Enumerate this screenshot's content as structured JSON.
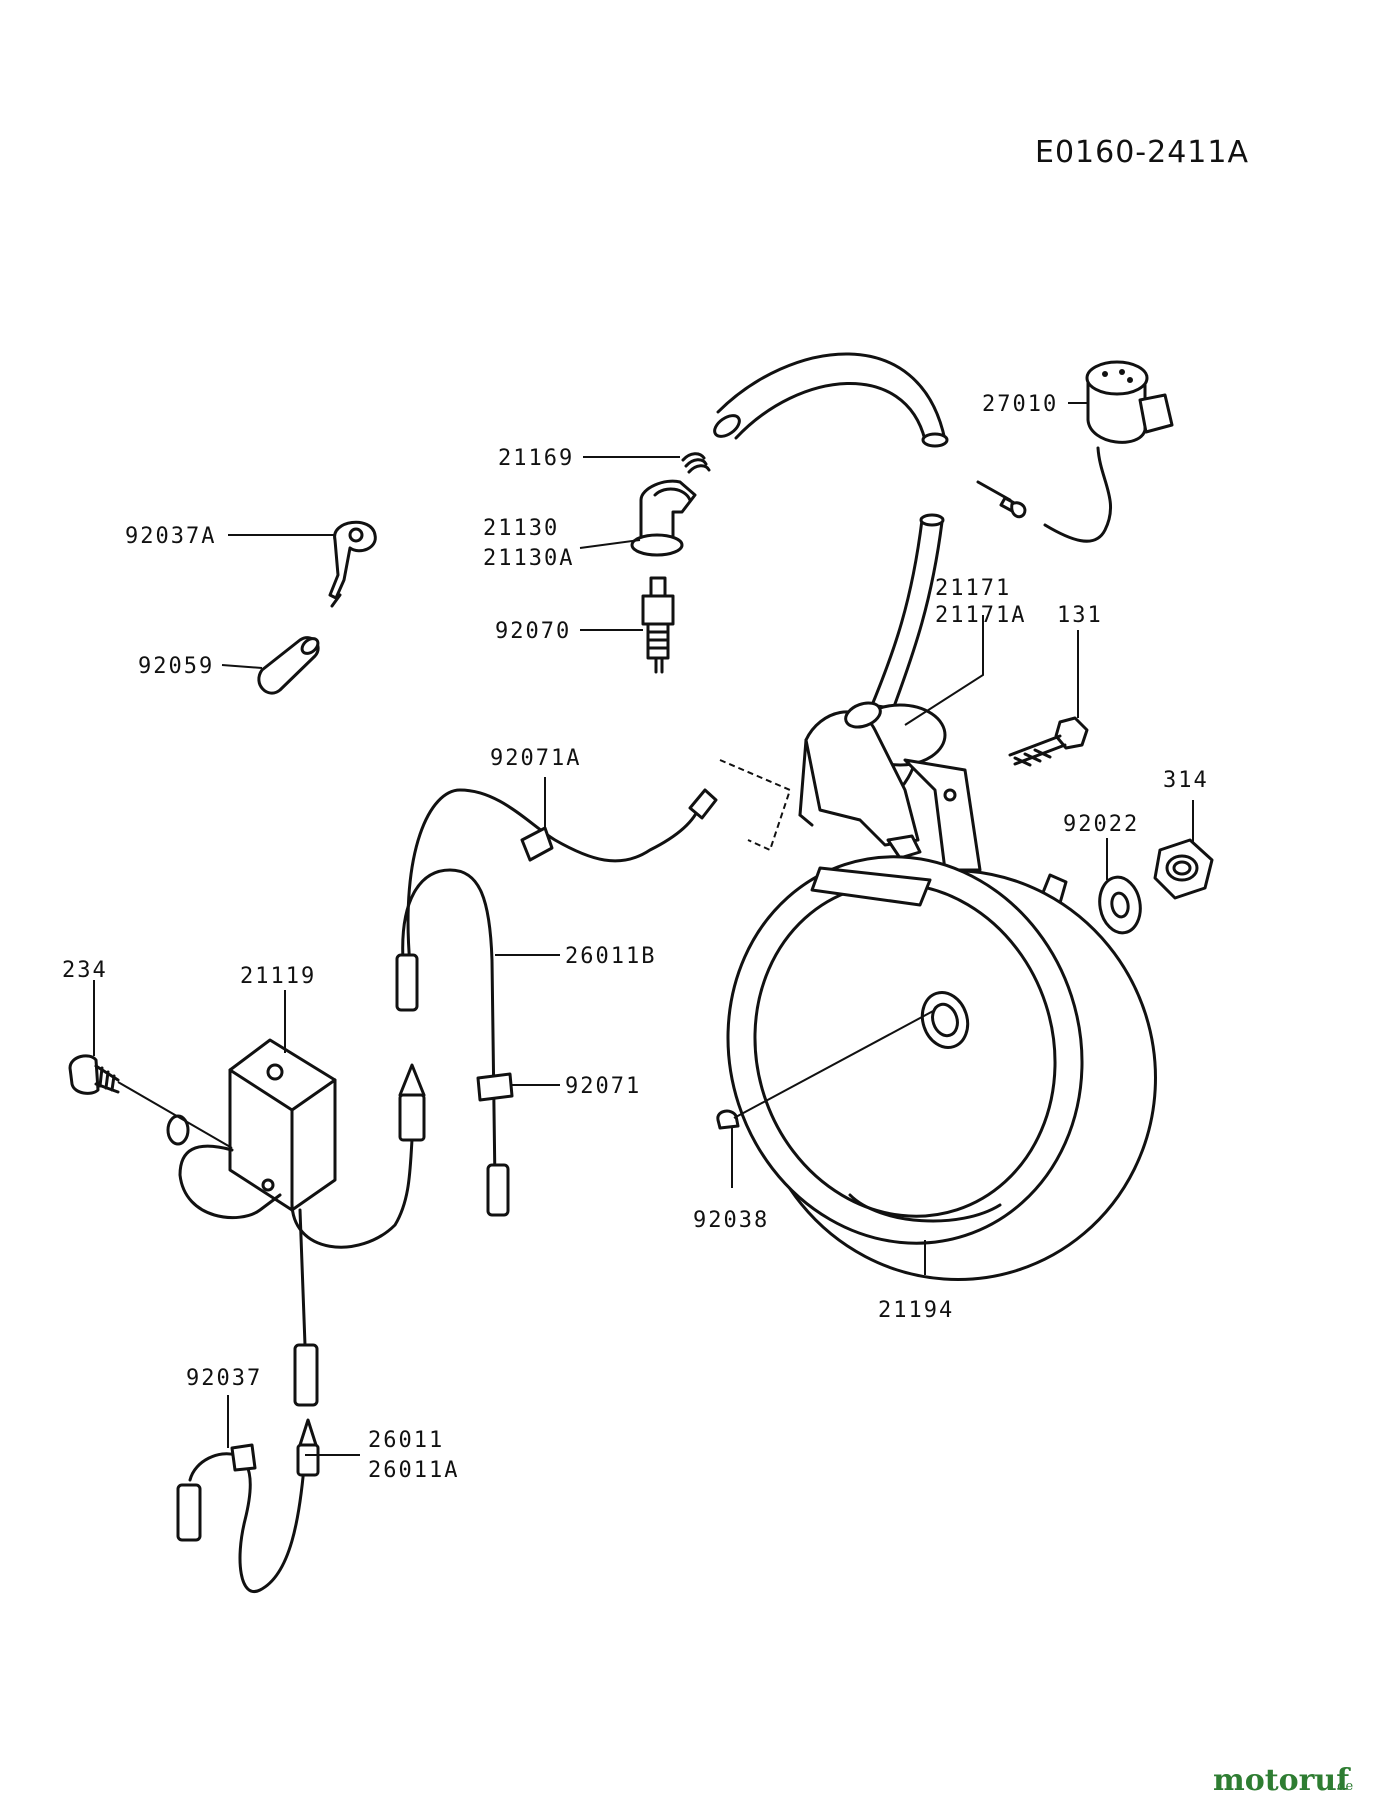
{
  "diagram_code": "E0160-2411A",
  "watermark": {
    "brand": "motoruf",
    "tld": ".de"
  },
  "labels": {
    "p27010": "27010",
    "p21169": "21169",
    "p92037A": "92037A",
    "p21130": "21130",
    "p21130A": "21130A",
    "p92070": "92070",
    "p92059": "92059",
    "p21171": "21171",
    "p21171A": "21171A",
    "p131": "131",
    "p92071A": "92071A",
    "p314": "314",
    "p92022": "92022",
    "p234": "234",
    "p21119": "21119",
    "p26011B": "26011B",
    "p92071": "92071",
    "p92038": "92038",
    "p21194": "21194",
    "p92037": "92037",
    "p26011": "26011",
    "p26011A": "26011A"
  }
}
